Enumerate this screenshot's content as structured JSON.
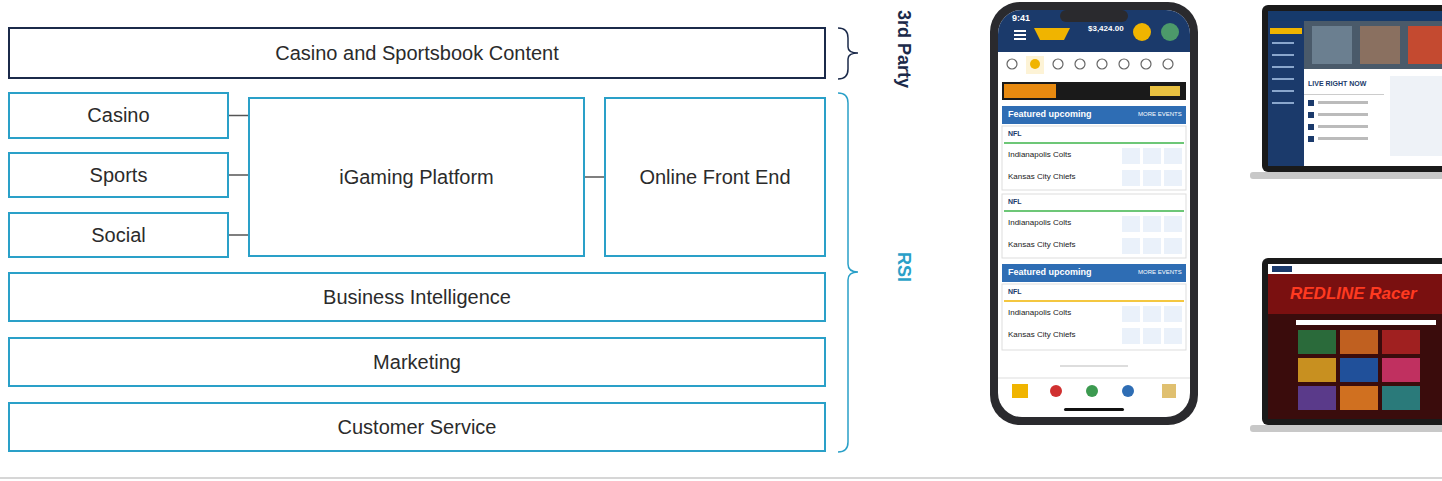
{
  "diagram": {
    "nodes": [
      {
        "text": [
          "Casino and Sportsbook Content"
        ]
      },
      {
        "text": [
          "Casino"
        ]
      },
      {
        "text": [
          "Sports"
        ]
      },
      {
        "text": [
          "Social"
        ]
      },
      {
        "text": [
          "iGaming Platform"
        ]
      },
      {
        "text": [
          "Online Front End"
        ]
      },
      {
        "text": [
          "Business Intelligence"
        ]
      },
      {
        "text": [
          "Marketing"
        ]
      },
      {
        "text": [
          "Customer Service"
        ]
      }
    ],
    "edges": [
      {
        "from": 1,
        "to": 4,
        "arrow": "none"
      },
      {
        "from": 2,
        "to": 4,
        "arrow": "none"
      },
      {
        "from": 3,
        "to": 4,
        "arrow": "none"
      },
      {
        "from": 4,
        "to": 5,
        "arrow": "none"
      }
    ],
    "labels": [
      "3rd Party",
      "RSI",
      "9:41",
      "$3,424.00",
      "Featured upcoming",
      "MORE EVENTS",
      "NFL",
      "Indianapolis Colts",
      "Kansas City Chiefs",
      "NFL",
      "Indianapolis Colts",
      "Kansas City Chiefs",
      "Featured upcoming",
      "MORE EVENTS",
      "NFL",
      "Indianapolis Colts",
      "Kansas City Chiefs",
      "LIVE RIGHT NOW",
      "REDLINE Racer"
    ]
  }
}
